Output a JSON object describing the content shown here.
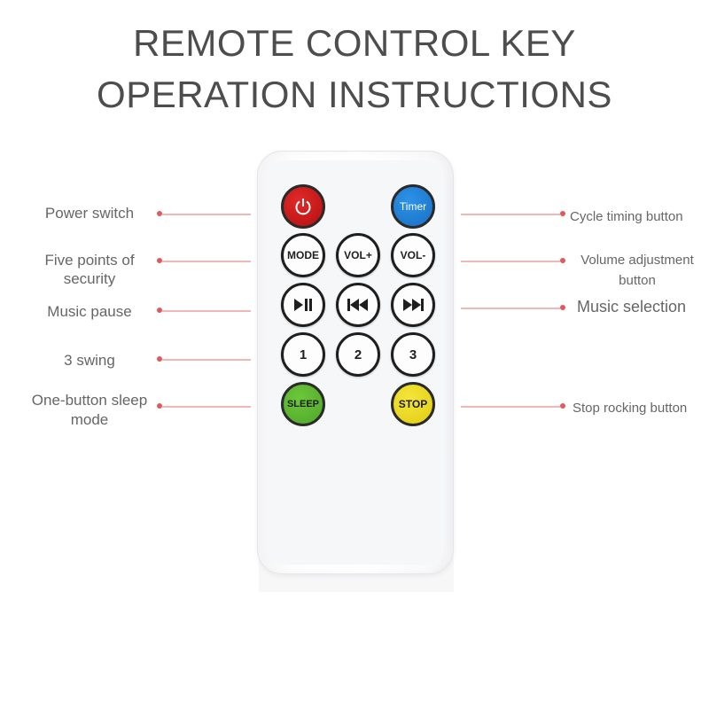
{
  "title": {
    "line1": "REMOTE CONTROL KEY",
    "line2": "OPERATION INSTRUCTIONS"
  },
  "buttons": {
    "power": {
      "icon": "power-icon",
      "color": "#c91a1a"
    },
    "timer": {
      "label": "Timer",
      "color": "#2080d8"
    },
    "mode": {
      "label": "MODE"
    },
    "vol_up": {
      "label": "VOL+"
    },
    "vol_down": {
      "label": "VOL-"
    },
    "play_pause": {
      "icon": "play-pause-icon"
    },
    "previous": {
      "icon": "previous-track-icon"
    },
    "next": {
      "icon": "next-track-icon"
    },
    "num1": {
      "label": "1"
    },
    "num2": {
      "label": "2"
    },
    "num3": {
      "label": "3"
    },
    "sleep": {
      "label": "SLEEP",
      "color": "#5cb831"
    },
    "stop": {
      "label": "STOP",
      "color": "#ead821"
    }
  },
  "labels_left": {
    "power": "Power switch",
    "security_1": "Five points of",
    "security_2": "security",
    "pause": "Music pause",
    "swing": "3 swing",
    "sleep_1": "One-button sleep",
    "sleep_2": "mode"
  },
  "labels_right": {
    "timing": "Cycle timing button",
    "volume_1": "Volume adjustment",
    "volume_2": "button",
    "selection": "Music selection",
    "stop": "Stop rocking button"
  },
  "colors": {
    "connector": "#f1b7b7",
    "dot": "#e05a5a"
  }
}
